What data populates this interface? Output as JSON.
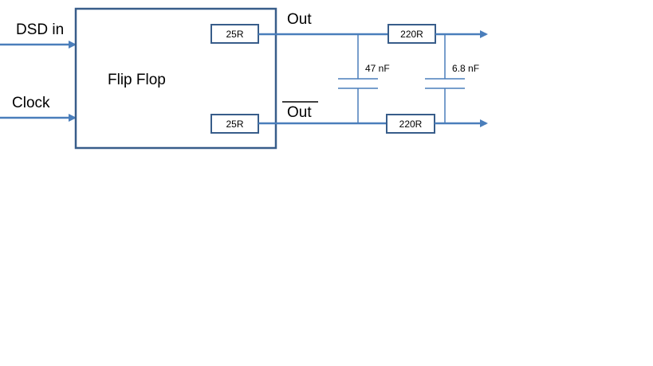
{
  "diagram": {
    "inputs": {
      "dsd_in": "DSD in",
      "clock": "Clock"
    },
    "block": {
      "label": "Flip Flop"
    },
    "outputs": {
      "out": "Out",
      "out_bar": "Out"
    },
    "resistors": {
      "r_out_top": "25R",
      "r_out_bottom": "25R",
      "r_series_top": "220R",
      "r_series_bottom": "220R"
    },
    "capacitors": {
      "c1": "47 nF",
      "c2": "6.8 nF"
    },
    "colors": {
      "wire": "#4a7ebb",
      "box_stroke": "#385d8a",
      "text": "#000000",
      "background": "#ffffff"
    }
  }
}
